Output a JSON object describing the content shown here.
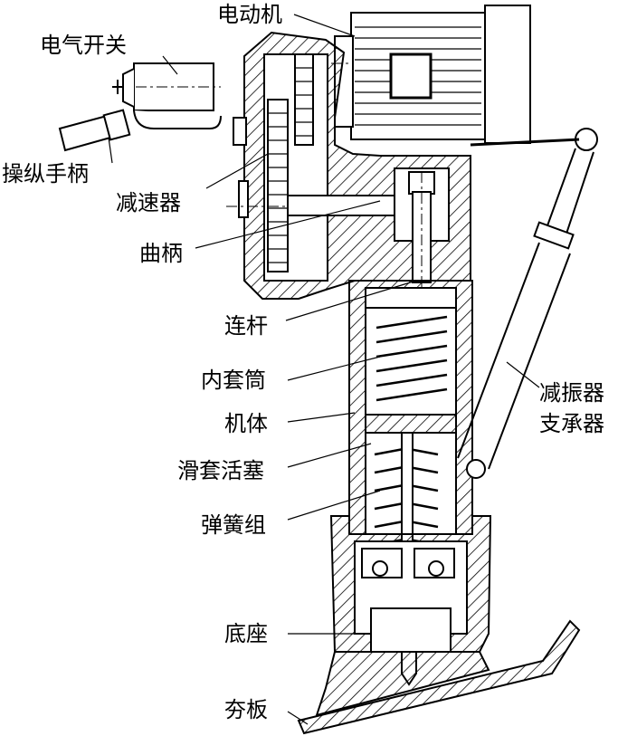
{
  "labels": {
    "motor": "电动机",
    "switch": "电气开关",
    "handle": "操纵手柄",
    "reducer": "减速器",
    "crank": "曲柄",
    "rod": "连杆",
    "inner_sleeve": "内套筒",
    "body": "机体",
    "piston": "滑套活塞",
    "springs": "弹簧组",
    "damper_l1": "减振器",
    "damper_l2": "支承器",
    "base": "底座",
    "plate": "夯板"
  }
}
